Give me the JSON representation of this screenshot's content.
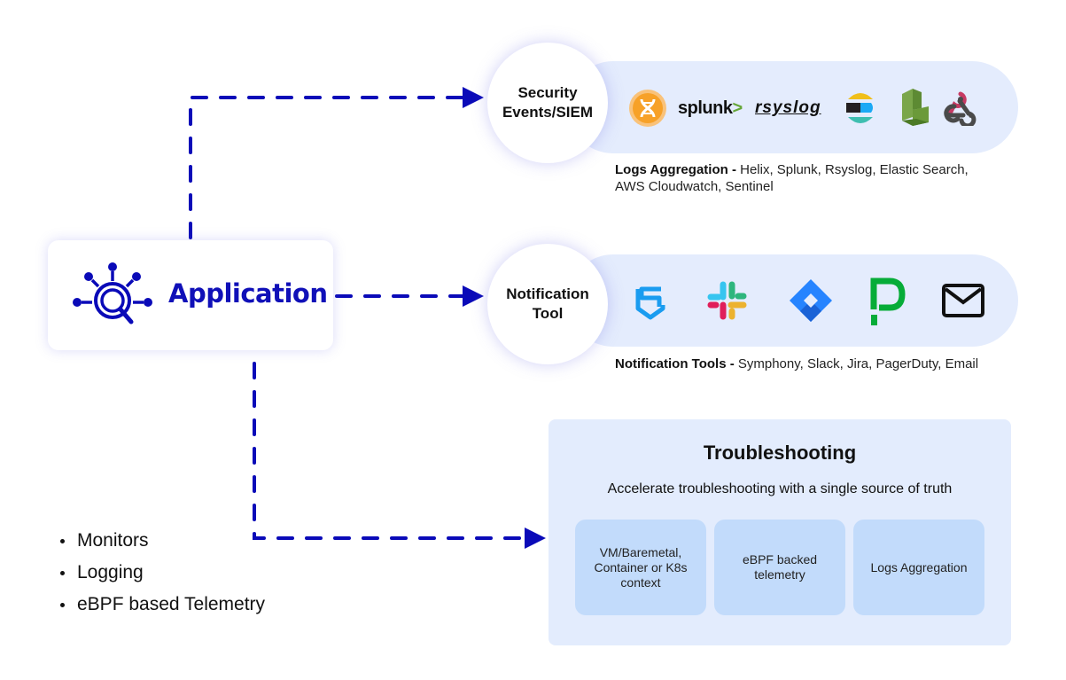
{
  "application": {
    "label": "Application",
    "icon": "observability-magnifier-icon"
  },
  "accent_color": "#0a0ab8",
  "destinations": {
    "siem": {
      "title_line1": "Security",
      "title_line2": "Events/SIEM",
      "logos": [
        {
          "name": "Helix",
          "icon": "helix-dna-icon",
          "color": "#f7a128"
        },
        {
          "name": "Splunk",
          "icon": "splunk-logo",
          "text": "splunk>",
          "color": "#65a637"
        },
        {
          "name": "Rsyslog",
          "icon": "rsyslog-logo",
          "text": "rsyslog"
        },
        {
          "name": "Elastic Search",
          "icon": "elastic-logo"
        },
        {
          "name": "AWS Cloudwatch",
          "icon": "aws-cloudwatch-icon",
          "color": "#6b9a3a"
        },
        {
          "name": "Webhook",
          "icon": "webhook-icon",
          "color": "#c73a63"
        }
      ],
      "caption_bold": "Logs Aggregation - ",
      "caption_text": "Helix, Splunk, Rsyslog, Elastic Search, AWS Cloudwatch, Sentinel"
    },
    "notification": {
      "title_line1": "Notification",
      "title_line2": "Tool",
      "logos": [
        {
          "name": "Symphony",
          "icon": "symphony-shield-icon",
          "color": "#1a9cf0"
        },
        {
          "name": "Slack",
          "icon": "slack-icon"
        },
        {
          "name": "Jira",
          "icon": "jira-icon",
          "color": "#2684ff"
        },
        {
          "name": "PagerDuty",
          "icon": "pagerduty-icon",
          "color": "#06ac38"
        },
        {
          "name": "Email",
          "icon": "mail-icon",
          "color": "#111111"
        }
      ],
      "caption_bold": "Notification Tools - ",
      "caption_text": "Symphony, Slack, Jira, PagerDuty, Email"
    }
  },
  "troubleshooting": {
    "title": "Troubleshooting",
    "subtitle": "Accelerate troubleshooting with a single source of truth",
    "cards": [
      "VM/Baremetal, Container or K8s context",
      "eBPF backed telemetry",
      "Logs Aggregation"
    ]
  },
  "features": [
    "Monitors",
    "Logging",
    "eBPF based Telemetry"
  ]
}
